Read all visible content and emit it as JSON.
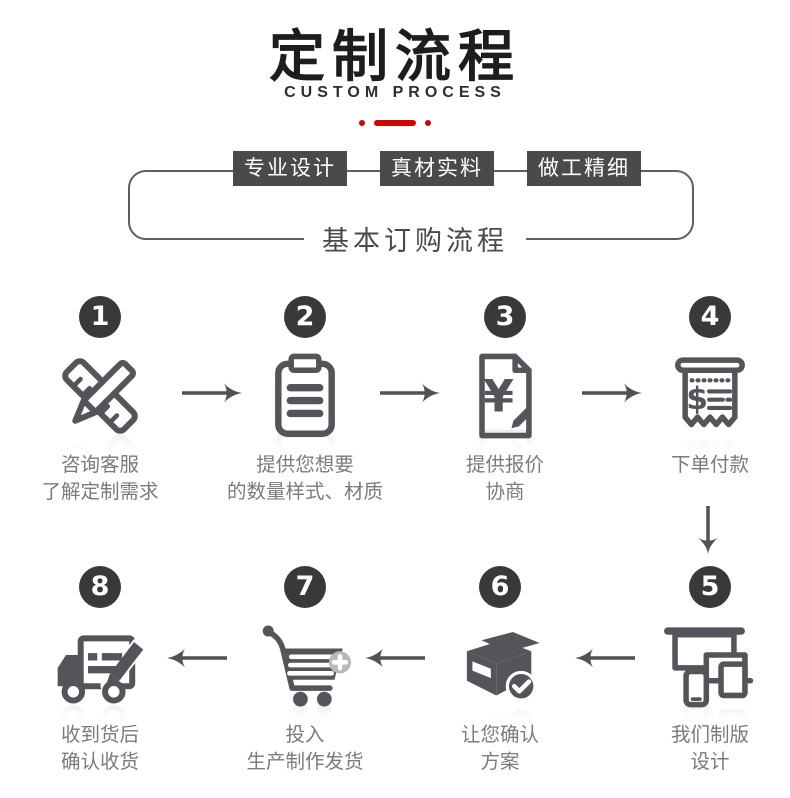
{
  "header": {
    "title": "定制流程",
    "subtitle": "CUSTOM PROCESS",
    "divider_icon": "red-dot-dash-divider"
  },
  "badges": [
    "专业设计",
    "真材实料",
    "做工精细"
  ],
  "frame": {
    "label": "基本订购流程"
  },
  "steps": [
    {
      "num": "1",
      "icon": "pencil-ruler-icon",
      "lines": [
        "咨询客服",
        "了解定制需求"
      ]
    },
    {
      "num": "2",
      "icon": "clipboard-icon",
      "lines": [
        "提供您想要",
        "的数量样式、材质"
      ]
    },
    {
      "num": "3",
      "icon": "quote-document-icon",
      "lines": [
        "提供报价",
        "协商"
      ]
    },
    {
      "num": "4",
      "icon": "receipt-icon",
      "lines": [
        "下单付款"
      ]
    },
    {
      "num": "5",
      "icon": "devices-icon",
      "lines": [
        "我们制版",
        "设计"
      ]
    },
    {
      "num": "6",
      "icon": "package-check-icon",
      "lines": [
        "让您确认",
        "方案"
      ]
    },
    {
      "num": "7",
      "icon": "cart-plus-icon",
      "lines": [
        "投入",
        "生产制作发货"
      ]
    },
    {
      "num": "8",
      "icon": "delivery-truck-icon",
      "lines": [
        "收到货后",
        "确认收货"
      ]
    }
  ],
  "flow": {
    "row1_arrows": "right",
    "connector": "down",
    "row2_arrows": "left"
  },
  "colors": {
    "accent_red": "#cc0505",
    "title_black": "#1d1d1d",
    "badge_bg": "#4a4a4c",
    "circle_bg": "#39393b",
    "icon_gray": "#54545a",
    "arrow_gray": "#515156",
    "caption_gray": "#7b7b7b",
    "frame_border": "#5f5f63"
  }
}
